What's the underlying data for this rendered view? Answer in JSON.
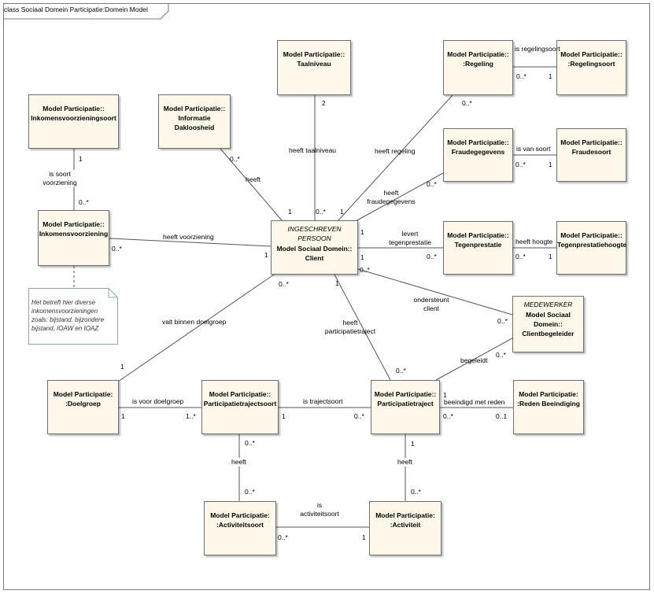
{
  "diagram": {
    "title": "class Sociaal Domein Participatie:Domein Model",
    "colors": {
      "class_fill": "#fdf8e9",
      "class_border": "#6f6f6f",
      "line": "#555555",
      "note_fill": "#ffffff",
      "note_border": "#8fa9a9"
    }
  },
  "classes": {
    "taalniveau": {
      "line1": "Model Participatie::",
      "line2": "Taalniveau"
    },
    "regeling": {
      "line1": "Model Participatie::",
      "line2": ":Regeling"
    },
    "regelingsoort": {
      "line1": "Model Participatie::",
      "line2": ":Regelingsoort"
    },
    "inkomensvoorzieningsoort": {
      "line1": "Model Participatie::",
      "line2": "Inkomensvoorzieningsoort"
    },
    "informatie_dakloosheid": {
      "line1": "Model Participatie::",
      "line2": "Informatie",
      "line3": "Dakloosheid"
    },
    "fraudegegevens": {
      "line1": "Model Participatie::",
      "line2": "Fraudegegevens"
    },
    "fraudesoort": {
      "line1": "Model Participatie::",
      "line2": "Fraudesoort"
    },
    "inkomensvoorziening": {
      "line1": "Model Participatie::",
      "line2": "Inkomensvoorziening"
    },
    "client": {
      "stereotype": "INGESCHREVEN PERSOON",
      "line1": "Model Sociaal Domein::",
      "line2": "Client"
    },
    "tegenprestatie": {
      "line1": "Model Participatie::",
      "line2": "Tegenprestatie"
    },
    "tegenprestatiehoogte": {
      "line1": "Model Participatie::",
      "line2": "Tegenprestatiehoogte"
    },
    "clientbegeleider": {
      "stereotype": "MEDEWERKER",
      "line1": "Model Sociaal",
      "line2": "Domein::",
      "line3": "Clientbegeleider"
    },
    "doelgroep": {
      "line1": "Model Participatie:",
      "line2": ":Doelgroep"
    },
    "participatietrajectsoort": {
      "line1": "Model Participatie::",
      "line2": "Participatietrajectsoort"
    },
    "participatietraject": {
      "line1": "Model Participatie::",
      "line2": "Participatietraject"
    },
    "reden_beeindiging": {
      "line1": "Model Participatie:",
      "line2": ":Reden Beeindiging"
    },
    "activiteitsoort": {
      "line1": "Model Participatie:",
      "line2": ":Activiteitsoort"
    },
    "activiteit": {
      "line1": "Model Participatie:",
      "line2": ":Activiteit"
    }
  },
  "note": {
    "text": "Het betreft hier diverse inkomensvoorzieningen zoals: bijstand, bijzondere bijstand, IOAW en IOAZ"
  },
  "associations": {
    "taalniveau": {
      "name": "heeft taalniveau",
      "mult_top": "2",
      "mult_bottom": "0..*"
    },
    "regeling": {
      "name": "heeft regeling",
      "mult_top": "0..*",
      "mult_bottom": "1"
    },
    "regelingsoort": {
      "name": "is regelingsoort",
      "mult_left": "0..*",
      "mult_right": "1"
    },
    "dakloosheid": {
      "name": "heeft",
      "mult_top": "0..*",
      "mult_bottom": "1"
    },
    "fraudegegevens": {
      "name_line1": "heeft",
      "name_line2": "fraudegegevens",
      "mult_top": "0..*"
    },
    "fraudesoort": {
      "name": "is van soort",
      "mult_left": "0..*",
      "mult_right": "1"
    },
    "soort_voorziening": {
      "name_line1": "is soort",
      "name_line2": "voorziening",
      "mult_top": "1",
      "mult_bottom": "0..*"
    },
    "voorziening": {
      "name": "heeft voorziening",
      "mult_left": "0..*",
      "mult_right": "1"
    },
    "tegenprestatie": {
      "name_line1": "levert",
      "name_line2": "tegenprestatie",
      "mult_left": "1",
      "mult_right": "0..*"
    },
    "tegenprestatiehoogte": {
      "name": "heeft hoogte",
      "mult_left": "0..*",
      "mult_right": "1"
    },
    "ondersteunt": {
      "name_line1": "ondersteunt",
      "name_line2": "client",
      "mult_left_top": "1",
      "mult_left": "0..*",
      "mult_right": "0..*"
    },
    "doelgroep": {
      "name": "valt binnen doelgroep",
      "mult_top": "0..*",
      "mult_bottom": "1"
    },
    "traject": {
      "name_line1": "heeft",
      "name_line2": "participatietraject",
      "mult_top": "1",
      "mult_bottom": "0..*"
    },
    "begeleidt": {
      "name": "begeleidt",
      "mult_top": "0..*",
      "mult_bottom": "1"
    },
    "voor_doelgroep": {
      "name": "is voor doelgroep",
      "mult_left": "1",
      "mult_right": "1..*"
    },
    "trajectsoort": {
      "name": "is trajectsoort",
      "mult_left": "1",
      "mult_right": "0..*"
    },
    "beeindigd": {
      "name": "beeindigd met reden",
      "mult_left": "0..*",
      "mult_right": "0..1"
    },
    "heeft_activiteitsoort": {
      "name": "heeft",
      "mult_top": "0..*",
      "mult_bottom": "0..*"
    },
    "heeft_activiteit": {
      "name": "heeft",
      "mult_top": "1",
      "mult_bottom": "0..*"
    },
    "activiteitsoort": {
      "name_line1": "is",
      "name_line2": "activiteitsoort",
      "mult_left": "0..*",
      "mult_right": "1"
    }
  }
}
